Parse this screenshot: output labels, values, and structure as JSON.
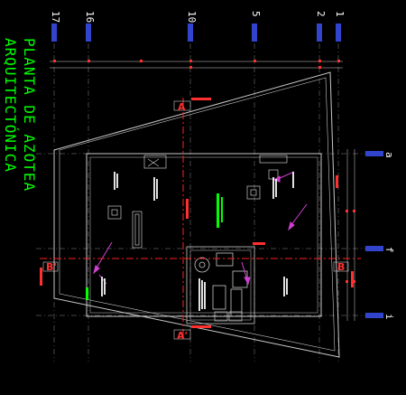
{
  "title": {
    "line1": "PLANTA DE AZOTEA",
    "line2": "ARQUITECTÓNICA"
  },
  "axes_top": [
    "17",
    "16",
    "10",
    "5",
    "2",
    "1"
  ],
  "axes_right": [
    "a",
    "f",
    "i"
  ],
  "sections": {
    "a_top": "A",
    "a_bottom": "A'",
    "b_left": "B'",
    "b_right": "B"
  },
  "colors": {
    "background": "#000000",
    "wall": "#c8c8c8",
    "axis_marker": "#3344cc",
    "section_line": "#ff2020",
    "title": "#00ff00",
    "dimension": "#d0d0d0",
    "slope_arrow": "#d040d0"
  }
}
